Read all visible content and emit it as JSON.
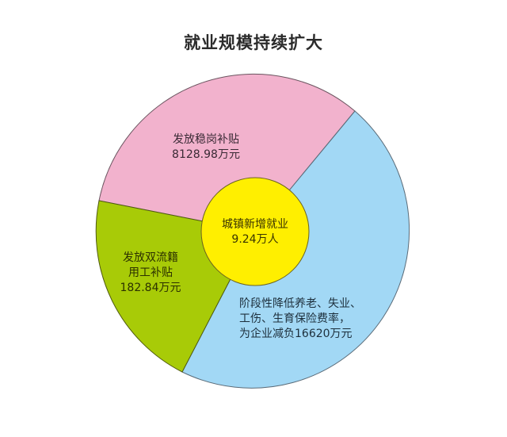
{
  "title": "就业规模持续扩大",
  "chart_data": {
    "type": "pie",
    "title": "就业规模持续扩大",
    "center": {
      "label": "城镇新增就业",
      "value_text": "9.24万人",
      "value": 9.24,
      "unit": "万人",
      "color": "#FFEF00"
    },
    "slices": [
      {
        "name": "发放稳岗补贴",
        "lines": [
          "发放稳岗补贴",
          "8128.98万元"
        ],
        "value": 8128.98,
        "unit": "万元",
        "color": "#F2B2CD"
      },
      {
        "name": "阶段性降低养老、失业、工伤、生育保险费率，为企业减负",
        "lines": [
          "阶段性降低养老、失业、",
          "工伤、生育保险费率，",
          "为企业减负16620万元"
        ],
        "value": 16620,
        "unit": "万元",
        "color": "#A2D8F5"
      },
      {
        "name": "发放双流籍用工补贴",
        "lines": [
          "发放双流籍",
          "用工补贴",
          "182.84万元"
        ],
        "value": 182.84,
        "unit": "万元",
        "color": "#A8CB07"
      }
    ],
    "legend": "none"
  },
  "labels": {
    "center_line1": "城镇新增就业",
    "center_line2": "9.24万人",
    "pink_line1": "发放稳岗补贴",
    "pink_line2": "8128.98万元",
    "green_line1": "发放双流籍",
    "green_line2": "用工补贴",
    "green_line3": "182.84万元",
    "blue_line1": "阶段性降低养老、失业、",
    "blue_line2": "工伤、生育保险费率，",
    "blue_line3": "为企业减负16620万元"
  }
}
